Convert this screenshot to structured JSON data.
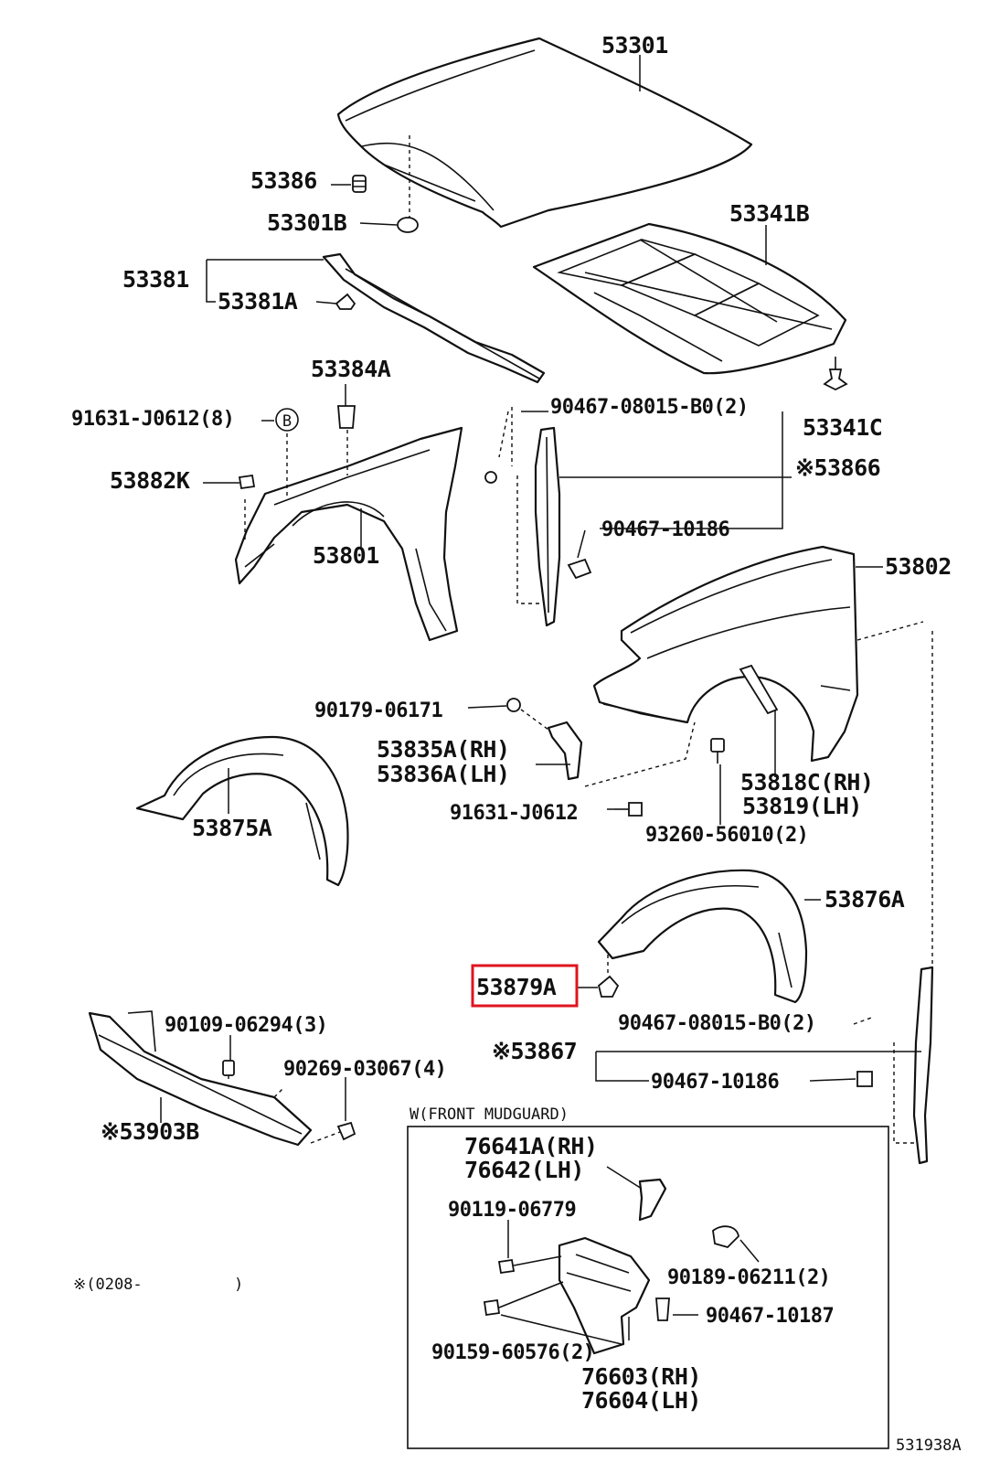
{
  "labels": {
    "l53301": "53301",
    "l53386": "53386",
    "l53301B": "53301B",
    "l53341B": "53341B",
    "l53381": "53381",
    "l53381A": "53381A",
    "l53384A": "53384A",
    "l91631_j0612_8": "91631-J0612(8)",
    "circle_b": "B",
    "l90467_08015_b0_2_top": "90467-08015-B0(2)",
    "l53341C": "53341C",
    "l53882K": "53882K",
    "l53866": "※53866",
    "l90467_10186_top": "90467-10186",
    "l53801": "53801",
    "l53802": "53802",
    "l90179_06171": "90179-06171",
    "l53835A": "53835A(RH)",
    "l53836A": "53836A(LH)",
    "l53818C": "53818C(RH)",
    "l53819": "53819(LH)",
    "l53875A": "53875A",
    "l91631_j0612": "91631-J0612",
    "l93260_56010": "93260-56010(2)",
    "l53876A": "53876A",
    "l53879A": "53879A",
    "l90109_06294": "90109-06294(3)",
    "l90467_08015_b0_2_bot": "90467-08015-B0(2)",
    "l53867": "※53867",
    "l90269_03067": "90269-03067(4)",
    "l90467_10186_bot": "90467-10186",
    "l53903B": "※53903B",
    "front_mudguard": "W(FRONT MUDGUARD)",
    "l76641A": "76641A(RH)",
    "l76642": "76642(LH)",
    "l90119_06779": "90119-06779",
    "l90189_06211": "90189-06211(2)",
    "l90467_10187": "90467-10187",
    "l90159_60576": "90159-60576(2)",
    "l76603": "76603(RH)",
    "l76604": "76604(LH)",
    "footnote_left": "※(0208-",
    "footnote_right": ")",
    "diagram_id": "531938A"
  },
  "highlight": {
    "part": "53879A",
    "color": "#e0141e"
  }
}
